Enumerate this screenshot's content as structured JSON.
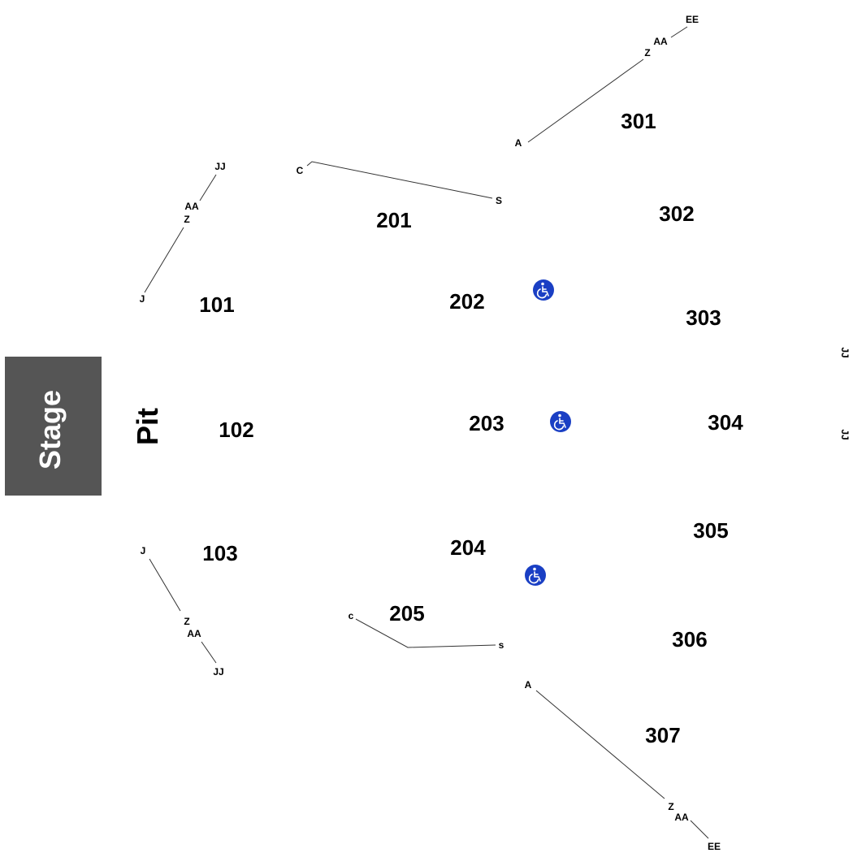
{
  "stage": {
    "label": "Stage"
  },
  "pit": {
    "label": "Pit"
  },
  "sections": {
    "s101": "101",
    "s102": "102",
    "s103": "103",
    "s201": "201",
    "s202": "202",
    "s203": "203",
    "s204": "204",
    "s205": "205",
    "s301": "301",
    "s302": "302",
    "s303": "303",
    "s304": "304",
    "s305": "305",
    "s306": "306",
    "s307": "307"
  },
  "rows": {
    "r101_first": "J",
    "r101_z": "Z",
    "r101_aa": "AA",
    "r101_last": "JJ",
    "r103_first": "J",
    "r103_z": "Z",
    "r103_aa": "AA",
    "r103_last": "JJ",
    "r201_first": "C",
    "r201_last": "S",
    "r205_first": "c",
    "r205_last": "s",
    "r301_first": "A",
    "r301_z": "Z",
    "r301_aa": "AA",
    "r301_last": "EE",
    "r307_first": "A",
    "r307_z": "Z",
    "r307_aa": "AA",
    "r307_last": "EE",
    "edge_upper": "JJ",
    "edge_lower": "JJ"
  },
  "icons": {
    "accessible": "wheelchair-icon",
    "accessible_color": "#1a3fc4"
  },
  "colors": {
    "stage_fill": "#555555",
    "stage_text": "#ffffff",
    "background": "#ffffff"
  }
}
